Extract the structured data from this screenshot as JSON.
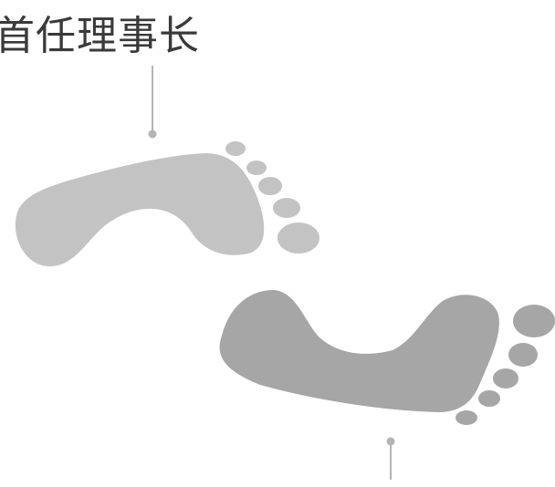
{
  "title": "首任理事长",
  "colors": {
    "upper_footprint": "#c3c3c3",
    "lower_footprint": "#a6a6a6",
    "connector": "#b5b5b5",
    "text": "#3a3a3a"
  },
  "icons": [
    "footprint-left",
    "footprint-right"
  ]
}
